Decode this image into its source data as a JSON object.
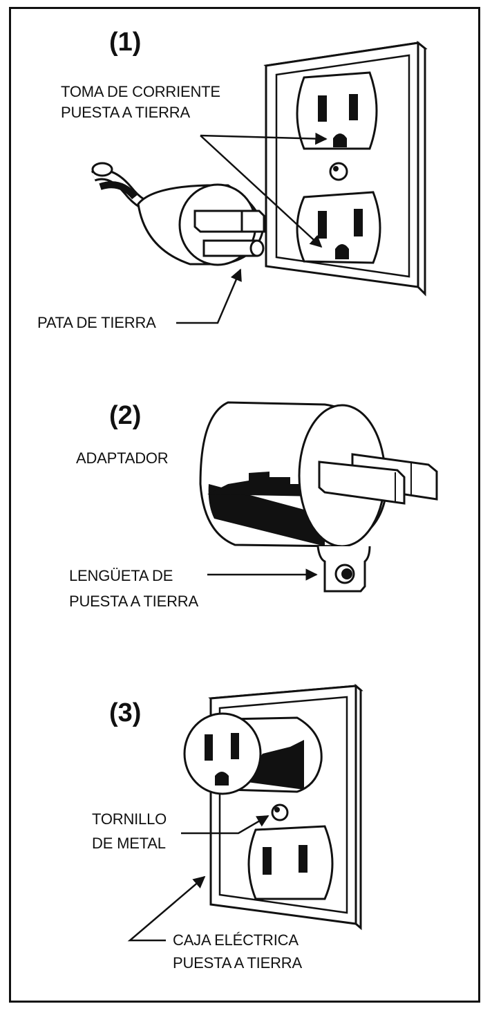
{
  "figure_1": {
    "number": "(1)",
    "label_outlet_line1": "TOMA DE CORRIENTE",
    "label_outlet_line2": "PUESTA A TIERRA",
    "label_prong": "PATA DE TIERRA"
  },
  "figure_2": {
    "number": "(2)",
    "label_adapter": "ADAPTADOR",
    "label_tab_line1": "LENGÜETA DE",
    "label_tab_line2": "PUESTA A TIERRA"
  },
  "figure_3": {
    "number": "(3)",
    "label_screw_line1": "TORNILLO",
    "label_screw_line2": "DE METAL",
    "label_box_line1": "CAJA ELÉCTRICA",
    "label_box_line2": "PUESTA A TIERRA"
  },
  "colors": {
    "ink": "#111111",
    "paper": "#ffffff"
  }
}
